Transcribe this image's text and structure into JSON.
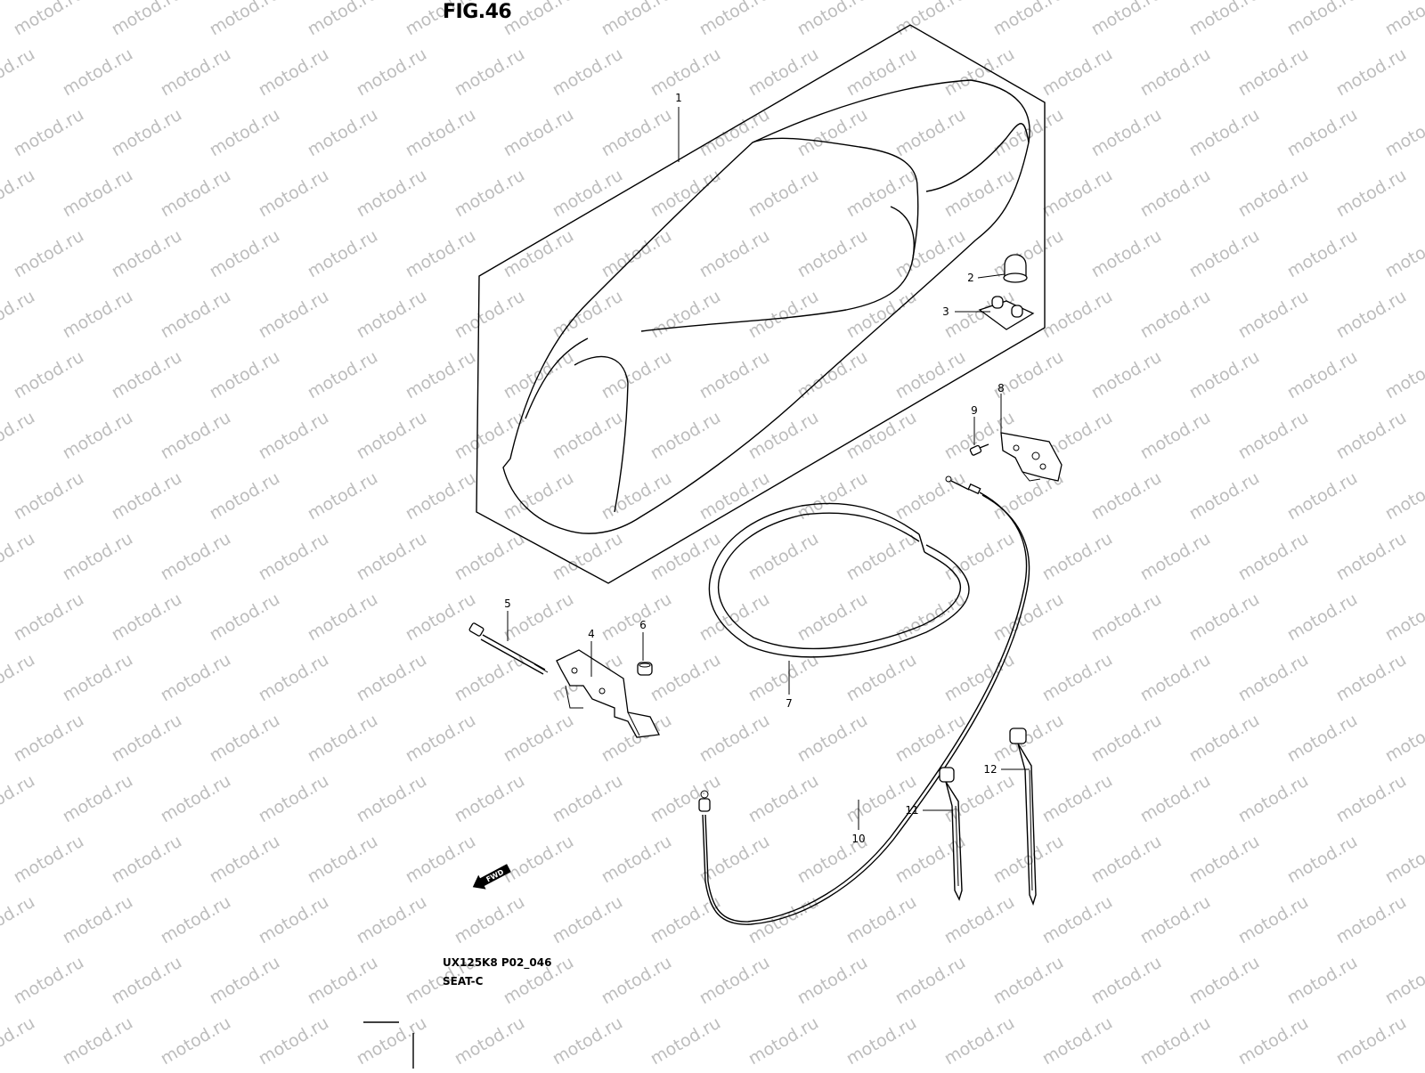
{
  "figure": {
    "title": "FIG.46",
    "code": "UX125K8 P02_046",
    "section": "SEAT-C"
  },
  "watermark": {
    "text": "motod.ru",
    "color": "#bdbdbd"
  },
  "fwd_badge": {
    "text": "FWD"
  },
  "callouts": [
    "1",
    "2",
    "3",
    "4",
    "5",
    "6",
    "7",
    "8",
    "9",
    "10",
    "11",
    "12"
  ]
}
